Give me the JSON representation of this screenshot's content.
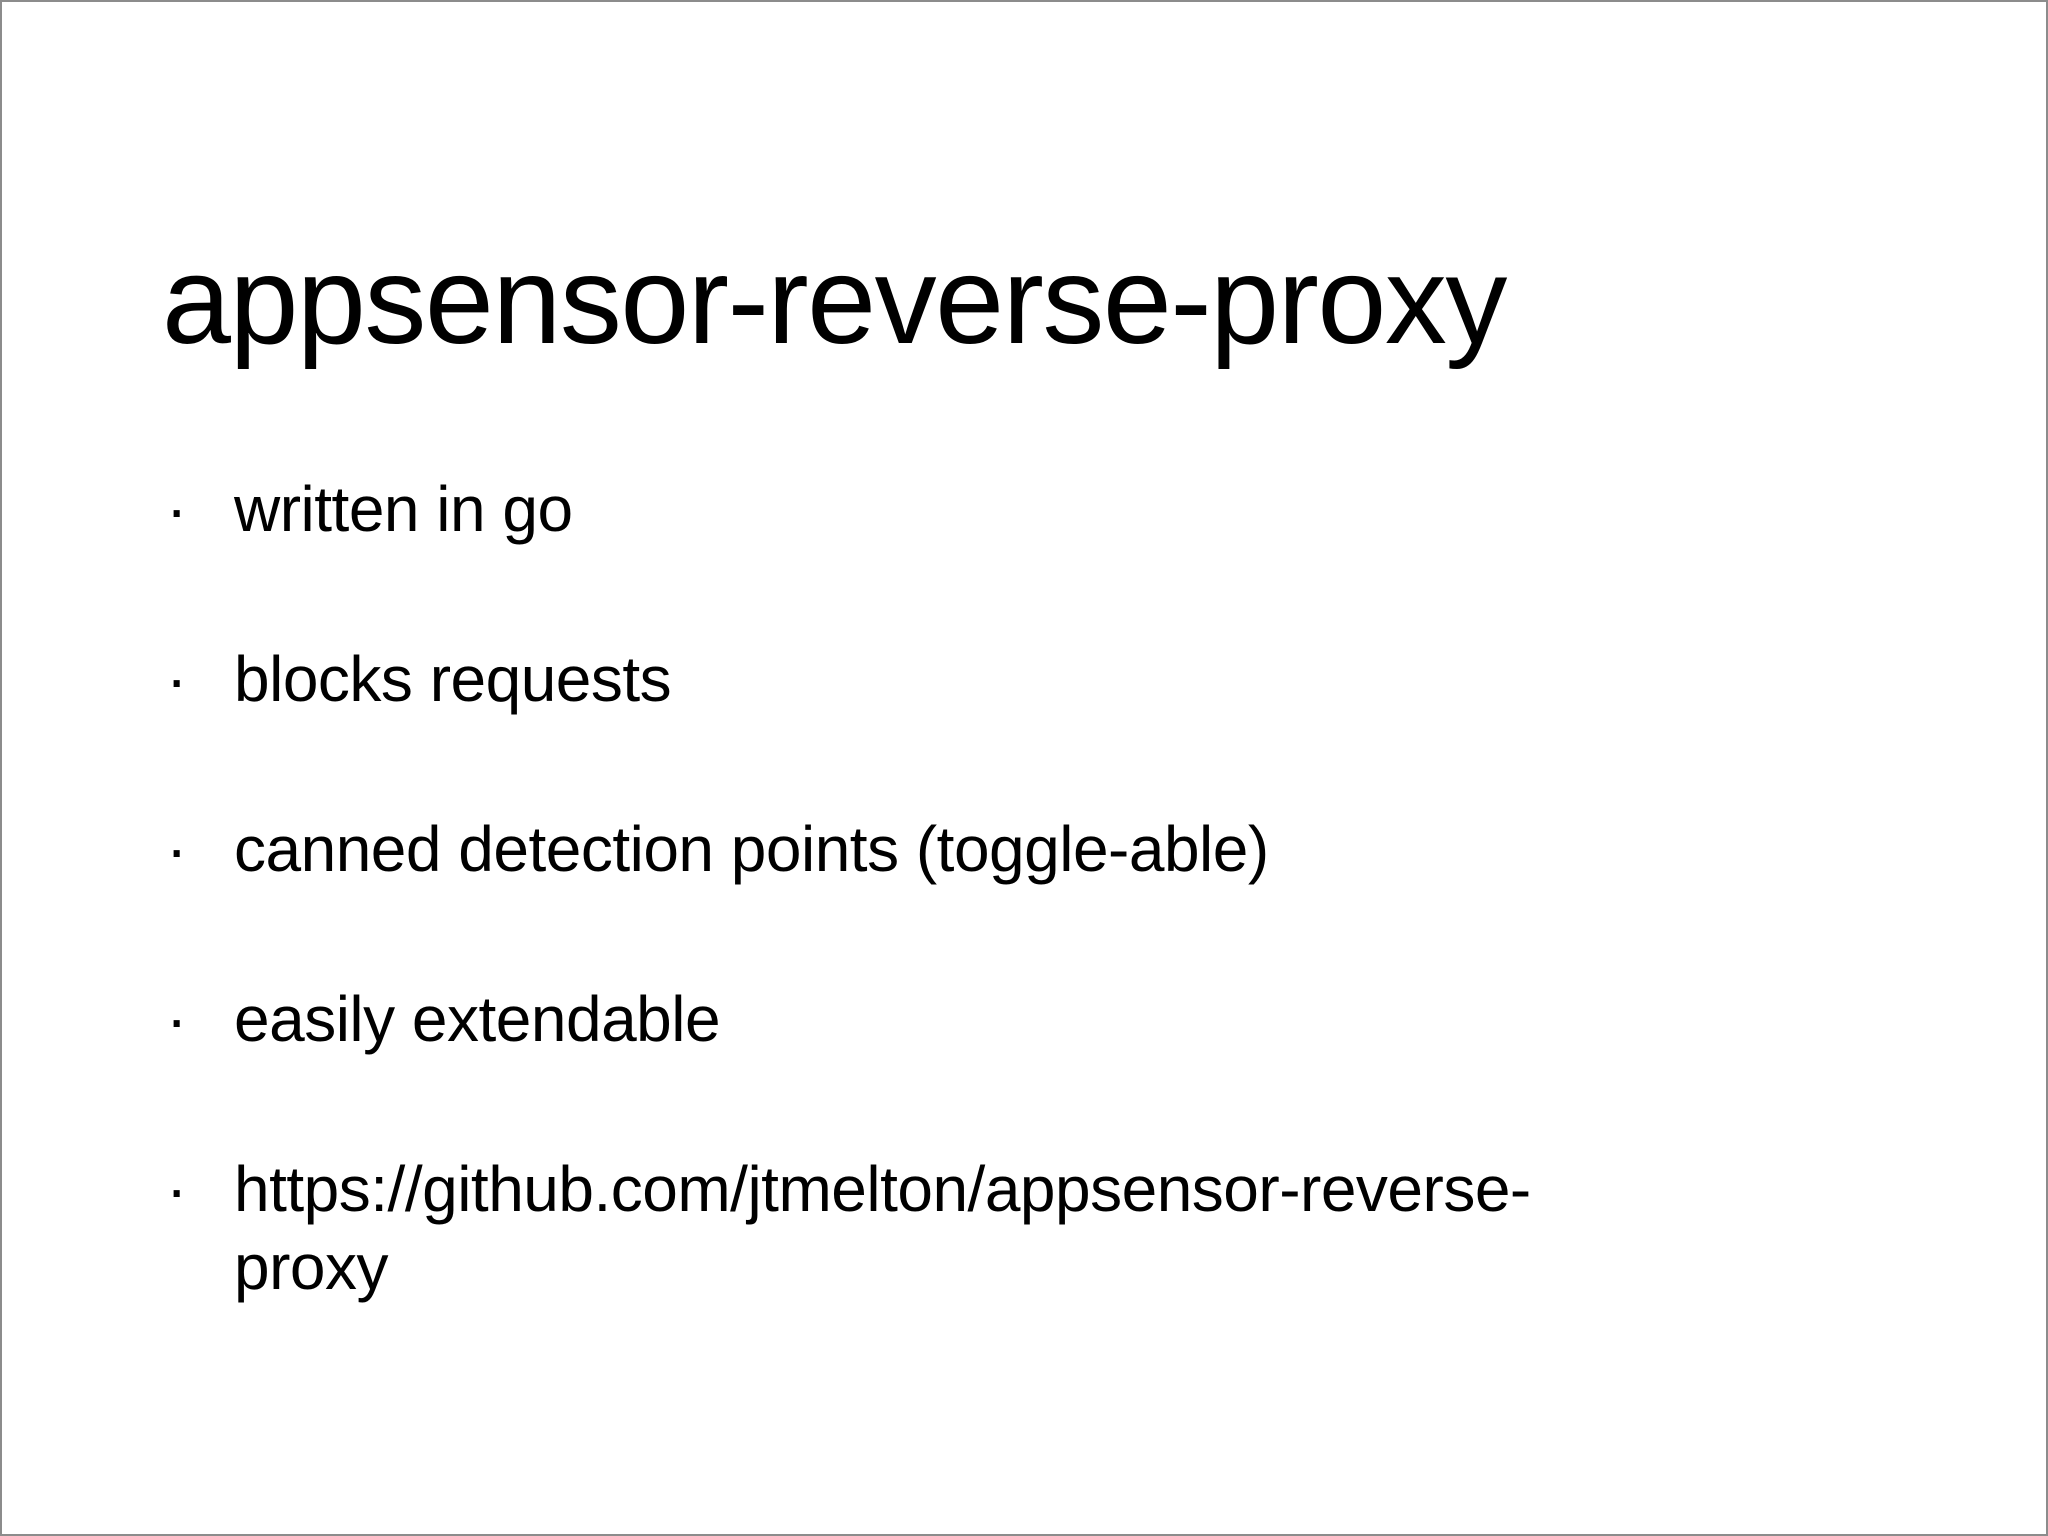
{
  "slide": {
    "title": "appsensor-reverse-proxy",
    "bullet_marker": "·",
    "background_color": "#ffffff",
    "text_color": "#000000",
    "border_color": "#8c8c8c",
    "bullets": [
      {
        "text": "written in go"
      },
      {
        "text": "blocks requests"
      },
      {
        "text": "canned detection points (toggle-able)"
      },
      {
        "text": "easily extendable"
      },
      {
        "text": "https://github.com/jtmelton/appsensor-reverse-proxy"
      }
    ]
  }
}
